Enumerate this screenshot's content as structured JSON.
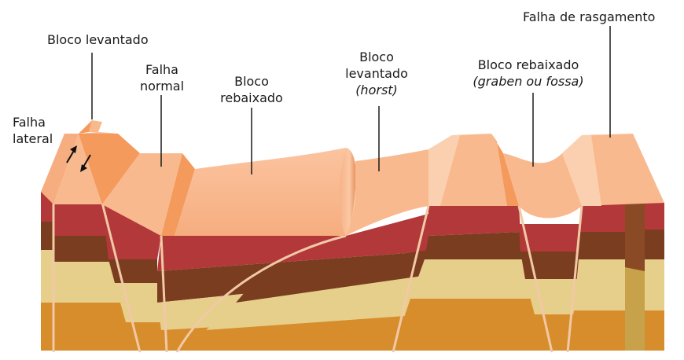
{
  "labels": {
    "falha_lateral": [
      "Falha",
      "lateral"
    ],
    "bloco_levantado_left": [
      "Bloco levantado"
    ],
    "falha_normal": [
      "Falha",
      "normal"
    ],
    "bloco_rebaixado_left": [
      "Bloco",
      "rebaixado"
    ],
    "bloco_levantado_horst": [
      "Bloco",
      "levantado",
      "(horst)"
    ],
    "bloco_rebaixado_graben": [
      "Bloco  rebaixado",
      "(graben ou fossa)"
    ],
    "falha_rasgamento": [
      "Falha de rasgamento"
    ]
  },
  "colors": {
    "top_surface": "#f9b98e",
    "top_surface_light": "#fbd0b0",
    "scarp": "#f49a5c",
    "layer_red": "#b3383a",
    "layer_brown": "#7a3d1f",
    "layer_cream": "#e6cf8a",
    "layer_orange": "#d88d2c",
    "fault_line": "#f1c9a6",
    "arrow": "#111111"
  },
  "icons": [
    "arrow-up-icon",
    "arrow-down-icon"
  ]
}
